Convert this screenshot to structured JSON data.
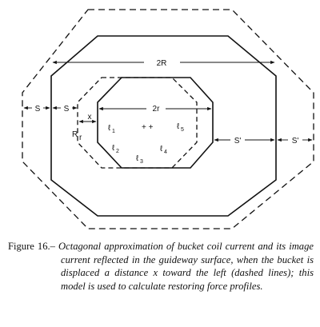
{
  "diagram": {
    "labels": {
      "two_R": "2R",
      "two_r": "2r",
      "S": "S",
      "S_prime": "S'",
      "x": "x",
      "R": "R",
      "r": "r",
      "plus": "+ +",
      "ell": "ℓ",
      "ell_subs": [
        "1",
        "2",
        "3",
        "4",
        "5"
      ]
    }
  },
  "caption": {
    "number": "Figure 16.–",
    "text": " Octagonal approximation of bucket coil current and its image current reflected in the guideway surface, when the bucket is displaced a distance x toward the left (dashed lines); this model is used to calculate restoring force profiles."
  }
}
